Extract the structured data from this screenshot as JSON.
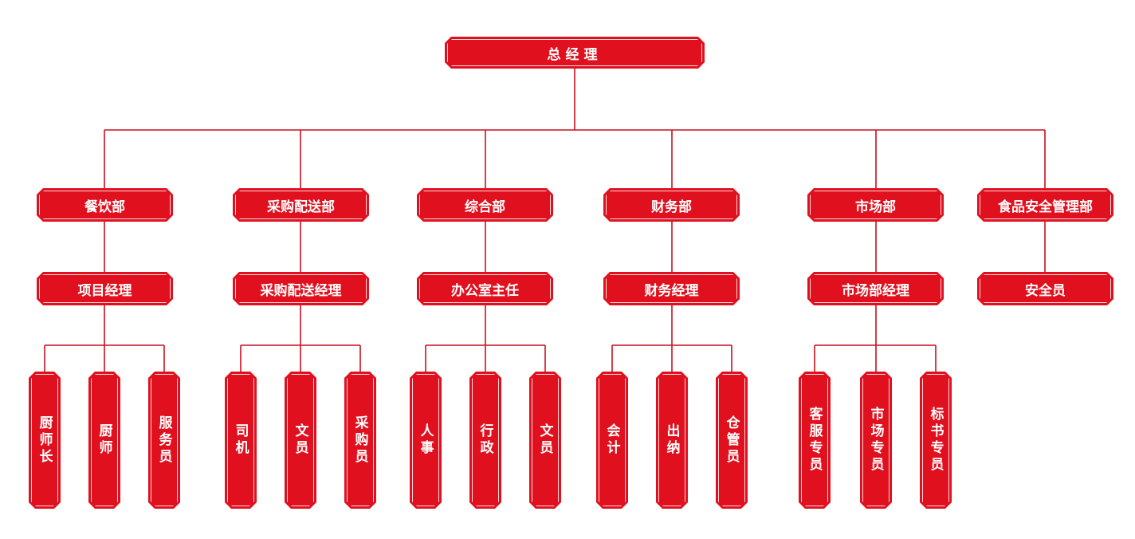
{
  "org_chart": {
    "root": "总经理",
    "departments": [
      {
        "name": "餐饮部",
        "manager": "项目经理",
        "staff": [
          "厨师长",
          "厨师",
          "服务员"
        ]
      },
      {
        "name": "采购配送部",
        "manager": "采购配送经理",
        "staff": [
          "司机",
          "文员",
          "采购员"
        ]
      },
      {
        "name": "综合部",
        "manager": "办公室主任",
        "staff": [
          "人事",
          "行政",
          "文员"
        ]
      },
      {
        "name": "财务部",
        "manager": "财务经理",
        "staff": [
          "会计",
          "出纳",
          "仓管员"
        ]
      },
      {
        "name": "市场部",
        "manager": "市场部经理",
        "staff": [
          "客服专员",
          "市场专员",
          "标书专员"
        ]
      },
      {
        "name": "食品安全管理部",
        "manager": "安全员",
        "staff": []
      }
    ]
  },
  "colors": {
    "box_fill": "#e0101e",
    "connector": "#c8101f",
    "text": "#ffffff"
  }
}
